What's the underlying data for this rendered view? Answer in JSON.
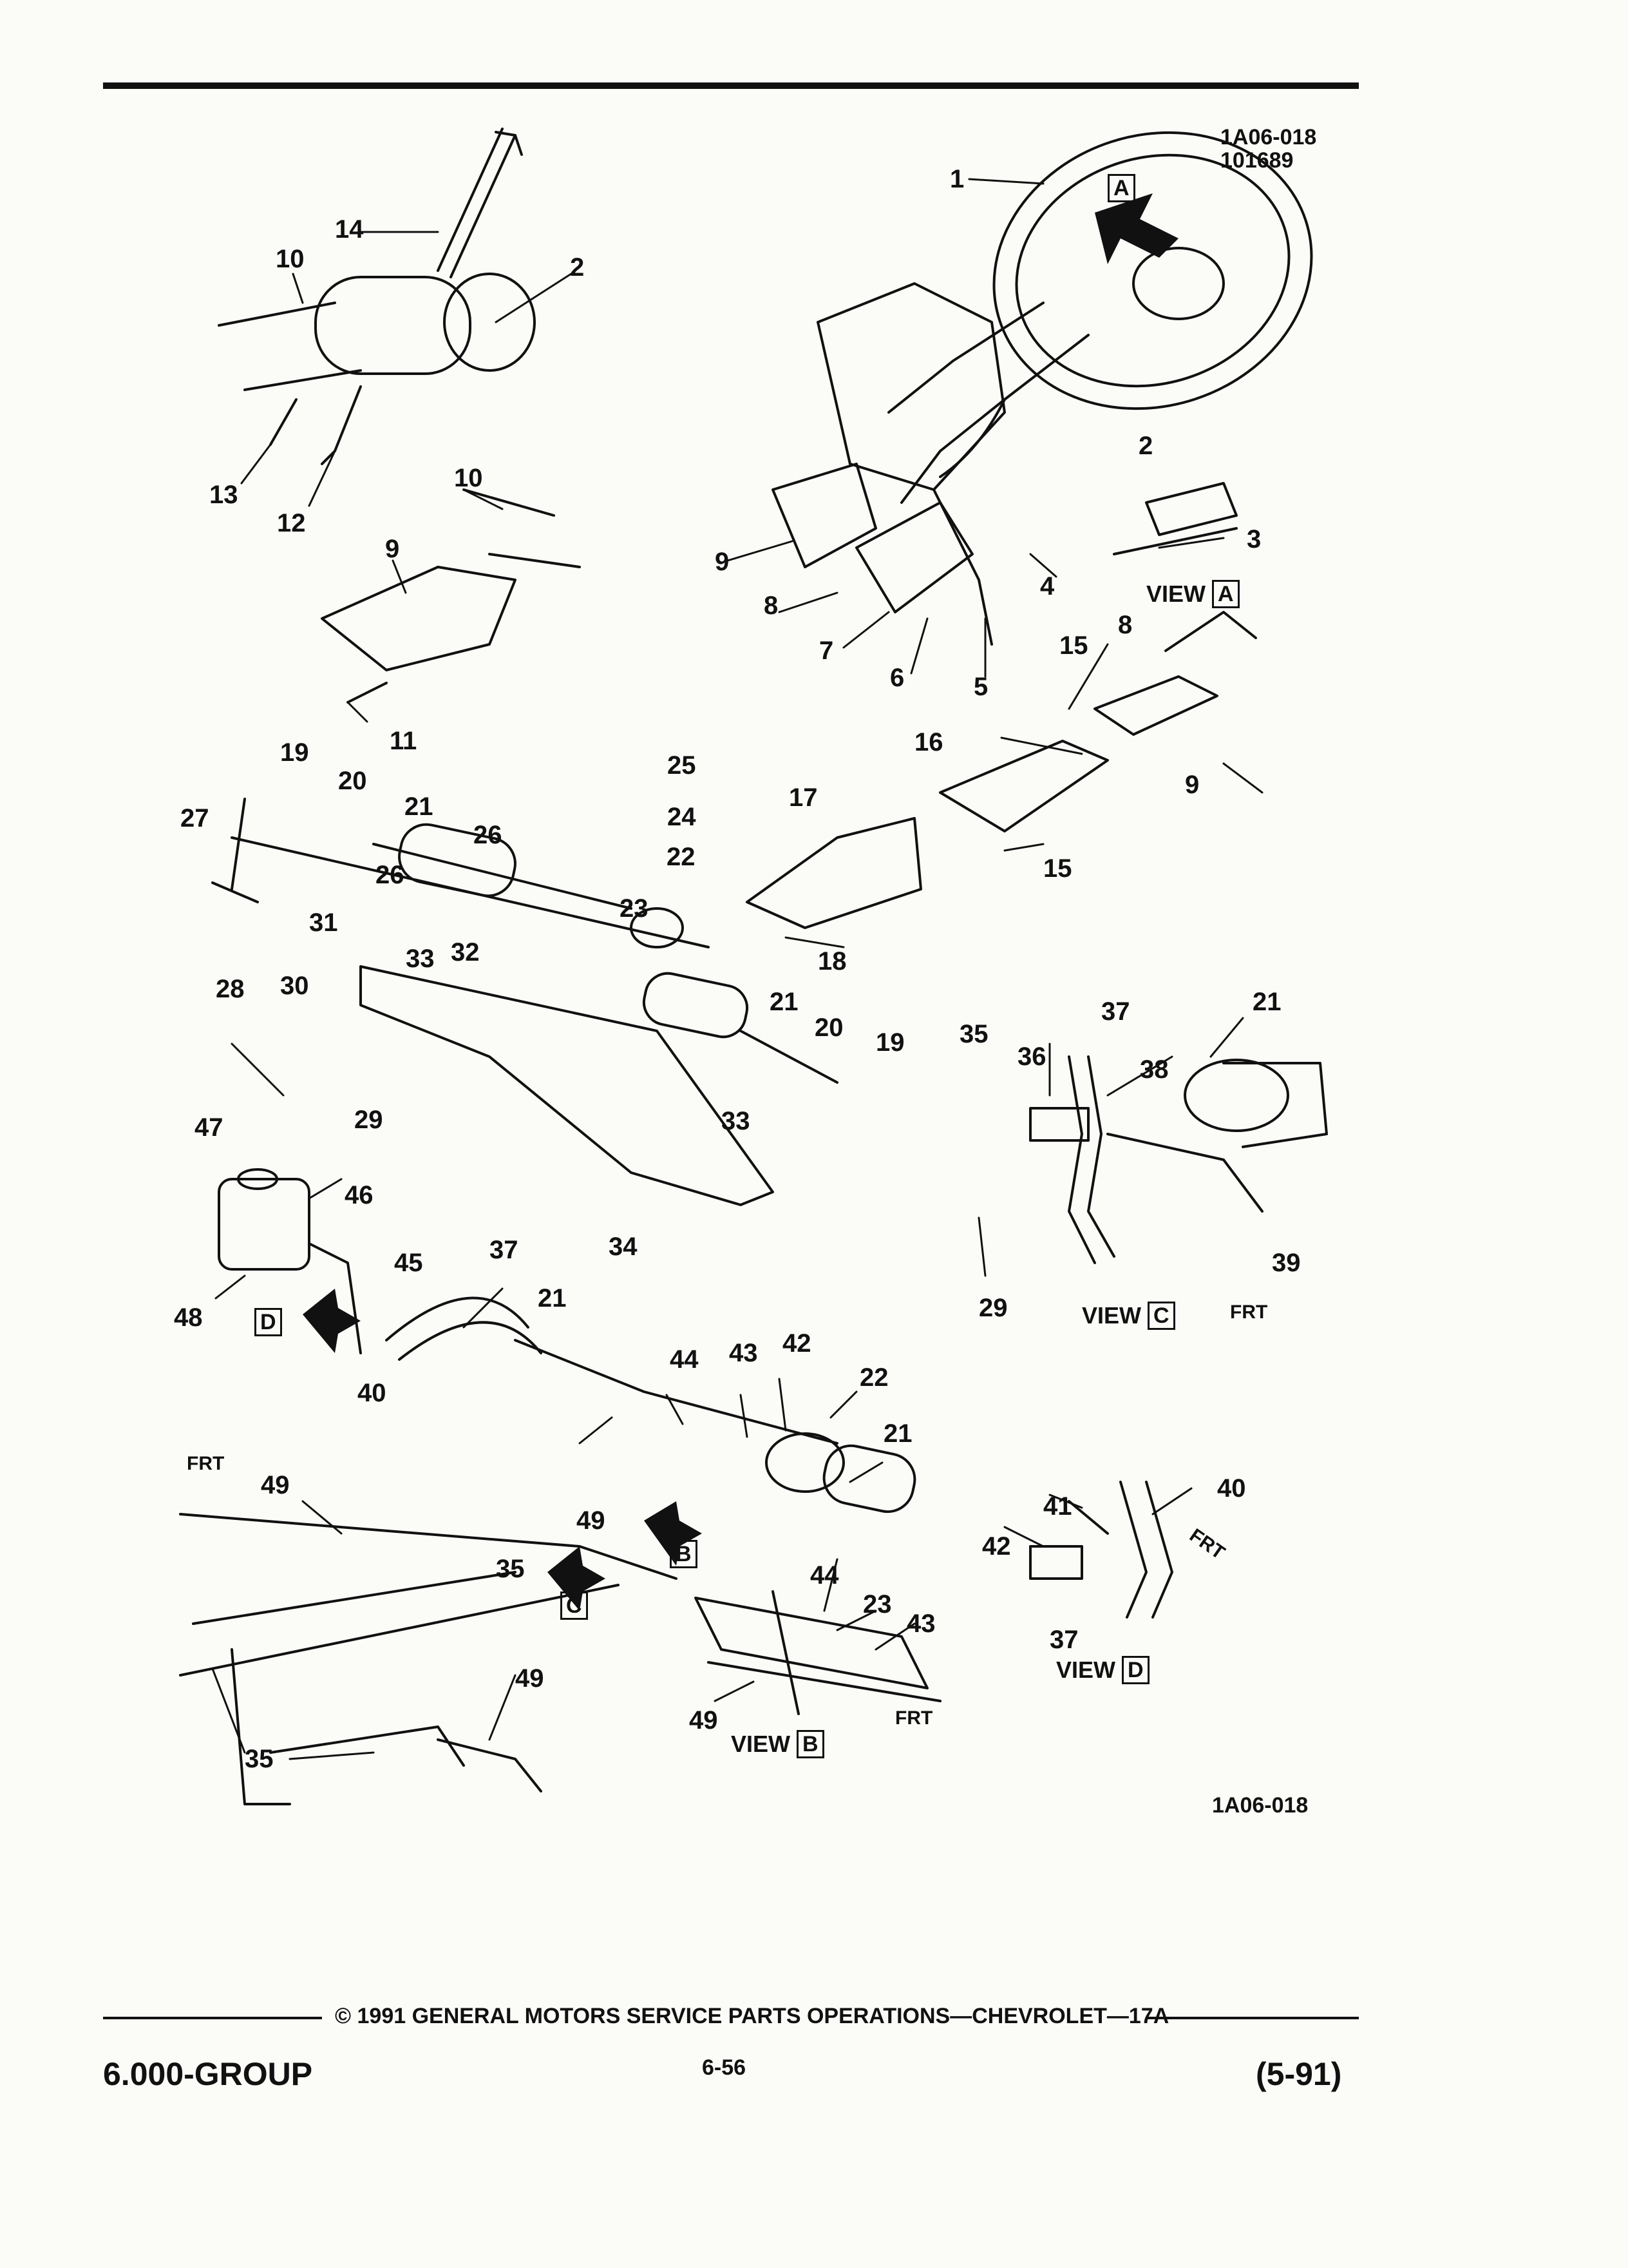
{
  "figure": {
    "code_top_line1": "1A06-018",
    "code_top_line2": "101689",
    "code_bottom": "1A06-018"
  },
  "views": {
    "a": {
      "word": "VIEW",
      "letter": "A"
    },
    "b": {
      "word": "VIEW",
      "letter": "B"
    },
    "c": {
      "word": "VIEW",
      "letter": "C"
    },
    "d": {
      "word": "VIEW",
      "letter": "D"
    }
  },
  "direction_marker": "FRT",
  "callouts": [
    "1",
    "2",
    "14",
    "10",
    "2",
    "13",
    "12",
    "10",
    "9",
    "11",
    "9",
    "8",
    "7",
    "6",
    "5",
    "4",
    "3",
    "15",
    "8",
    "9",
    "16",
    "15",
    "19",
    "20",
    "21",
    "27",
    "26",
    "25",
    "24",
    "17",
    "22",
    "23",
    "26",
    "31",
    "32",
    "33",
    "28",
    "30",
    "18",
    "21",
    "20",
    "19",
    "29",
    "33",
    "34",
    "35",
    "36",
    "37",
    "38",
    "21",
    "39",
    "29",
    "47",
    "46",
    "48",
    "45",
    "37",
    "21",
    "40",
    "44",
    "43",
    "42",
    "22",
    "21",
    "49",
    "49",
    "35",
    "44",
    "23",
    "43",
    "42",
    "41",
    "40",
    "37",
    "49",
    "35",
    "49"
  ],
  "footer": {
    "group": "6.000-GROUP",
    "copyright": "© 1991 GENERAL MOTORS SERVICE PARTS OPERATIONS—CHEVROLET—17A",
    "page": "6-56",
    "date": "(5-91)"
  },
  "colors": {
    "ink": "#111111",
    "paper": "#fbfbf8"
  }
}
